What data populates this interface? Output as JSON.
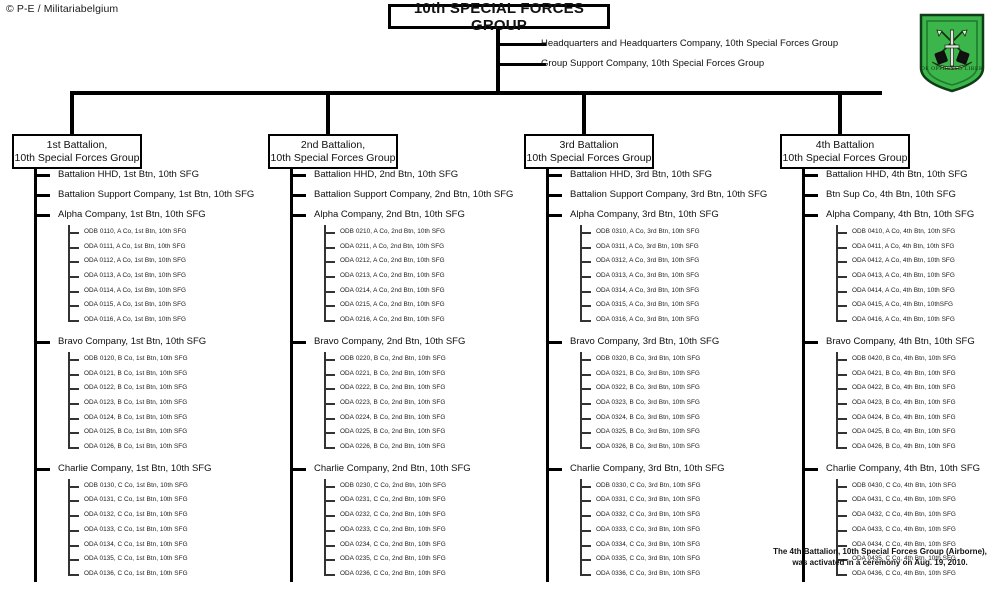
{
  "credit": "© P-E / Militariabelgium",
  "title": "10th SPECIAL FORCES GROUP",
  "group_units": [
    "Headquarters and Headquarters Company, 10th Special Forces Group",
    "Group Support Company, 10th Special Forces Group"
  ],
  "colors": {
    "line": "#000000",
    "text": "#111111",
    "patch_green": "#3cb54a",
    "patch_dark_green": "#1f7a2e",
    "patch_border": "#0f3d17"
  },
  "insignia": {
    "name": "10th-special-forces-group-flash",
    "motto": "DE OPPRESSO LIBER"
  },
  "battalions": [
    {
      "name": "1st Battalion,",
      "name2": "10th Special Forces Group",
      "units": [
        "Battalion HHD, 1st Btn, 10th SFG",
        "Battalion  Support Company, 1st Btn, 10th SFG"
      ],
      "companies": [
        {
          "label": "Alpha Company, 1st Btn, 10th SFG",
          "teams": [
            "ODB 0110, A Co, 1st Btn,  10th SFG",
            "ODA 0111, A Co, 1st Btn,  10th SFG",
            "ODA 0112, A Co, 1st Btn,  10th SFG",
            "ODA 0113, A Co, 1st Btn,  10th SFG",
            "ODA 0114, A Co, 1st Btn,  10th SFG",
            "ODA 0115, A Co, 1st Btn,  10th SFG",
            "ODA 0116, A Co, 1st Btn,  10th SFG"
          ]
        },
        {
          "label": "Bravo Company, 1st Btn, 10th SFG",
          "teams": [
            "ODB 0120, B Co, 1st Btn,  10th SFG",
            "ODA 0121, B Co, 1st Btn,  10th SFG",
            "ODA 0122, B Co, 1st Btn,  10th SFG",
            "ODA 0123, B Co, 1st Btn,  10th SFG",
            "ODA 0124, B Co, 1st Btn,  10th SFG",
            "ODA 0125, B Co, 1st Btn,  10th SFG",
            "ODA 0126, B Co, 1st Btn,  10th SFG"
          ]
        },
        {
          "label": "Charlie Company, 1st Btn, 10th SFG",
          "teams": [
            "ODB 0130, C Co, 1st Btn,  10th SFG",
            "ODA 0131, C Co, 1st Btn,  10th SFG",
            "ODA 0132, C Co, 1st Btn,  10th SFG",
            "ODA 0133, C Co, 1st Btn,  10th SFG",
            "ODA 0134, C Co, 1st Btn,  10th SFG",
            "ODA 0135, C Co, 1st Btn,  10th SFG",
            "ODA 0136, C Co, 1st Btn,  10th SFG"
          ]
        }
      ]
    },
    {
      "name": "2nd Battalion,",
      "name2": "10th Special Forces Group",
      "units": [
        "Battalion HHD,  2nd Btn, 10th SFG",
        "Battalion  Support Company, 2nd Btn, 10th SFG"
      ],
      "companies": [
        {
          "label": "Alpha Company, 2nd Btn, 10th SFG",
          "teams": [
            "ODB 0210, A Co, 2nd Btn,  10th SFG",
            "ODA 0211, A Co, 2nd Btn,  10th SFG",
            "ODA 0212, A Co, 2nd Btn,  10th SFG",
            "ODA 0213, A Co, 2nd Btn,  10th SFG",
            "ODA 0214, A Co, 2nd Btn,  10th SFG",
            "ODA 0215, A Co, 2nd Btn,  10th SFG",
            "ODA 0216, A Co, 2nd Btn,  10th SFG"
          ]
        },
        {
          "label": "Bravo Company, 2nd Btn, 10th SFG",
          "teams": [
            "ODB 0220, B Co, 2nd Btn,  10th SFG",
            "ODA 0221, B Co, 2nd Btn,  10th SFG",
            "ODA 0222, B Co, 2nd Btn,  10th SFG",
            "ODA 0223, B Co, 2nd Btn,  10th SFG",
            "ODA 0224, B Co, 2nd Btn,  10th SFG",
            "ODA 0225, B Co, 2nd Btn,  10th SFG",
            "ODA 0226, B Co, 2nd Btn,  10th SFG"
          ]
        },
        {
          "label": "Charlie Company, 2nd Btn, 10th SFG",
          "teams": [
            "ODB 0230, C Co, 2nd Btn,  10th SFG",
            "ODA 0231, C Co, 2nd Btn,  10th SFG",
            "ODA 0232, C Co, 2nd Btn,  10th SFG",
            "ODA 0233, C Co, 2nd Btn,  10th SFG",
            "ODA 0234, C Co, 2nd Btn,  10th SFG",
            "ODA 0235, C Co, 2nd Btn,  10th SFG",
            "ODA 0236, C Co, 2nd Btn,  10th SFG"
          ]
        }
      ]
    },
    {
      "name": "3rd Battalion",
      "name2": "10th Special Forces Group",
      "units": [
        "Battalion HHD, 3rd Btn, 10th SFG",
        "Battalion  Support Company, 3rd Btn, 10th SFG"
      ],
      "companies": [
        {
          "label": "Alpha Company, 3rd Btn, 10th SFG",
          "teams": [
            "ODB 0310, A Co, 3rd Btn,  10th SFG",
            "ODA 0311, A Co, 3rd Btn,  10th SFG",
            "ODA 0312, A Co, 3rd Btn,  10th SFG",
            "ODA 0313, A Co, 3rd Btn,  10th SFG",
            "ODA 0314, A Co, 3rd Btn,  10th SFG",
            "ODA 0315, A Co, 3rd Btn,  10th SFG",
            "ODA 0316, A Co, 3rd Btn,  10th SFG"
          ]
        },
        {
          "label": "Bravo Company, 3rd Btn, 10th SFG",
          "teams": [
            "ODB 0320, B Co, 3rd Btn,  10th SFG",
            "ODA 0321, B Co, 3rd Btn,  10th SFG",
            "ODA 0322, B Co, 3rd Btn,  10th SFG",
            "ODA 0323, B Co, 3rd Btn,  10th SFG",
            "ODA 0324, B Co, 3rd Btn,  10th SFG",
            "ODA 0325, B Co, 3rd Btn,  10th SFG",
            "ODA 0326, B Co, 3rd Btn,  10th SFG"
          ]
        },
        {
          "label": "Charlie Company, 3rd Btn, 10th SFG",
          "teams": [
            "ODB 0330, C Co, 3rd Btn,  10th SFG",
            "ODA 0331, C Co, 3rd Btn,  10th SFG",
            "ODA 0332, C Co, 3rd Btn,  10th SFG",
            "ODA 0333, C Co, 3rd Btn,  10th SFG",
            "ODA 0334, C Co, 3rd Btn,  10th SFG",
            "ODA 0335, C Co, 3rd Btn,  10th SFG",
            "ODA 0336, C Co, 3rd Btn,  10th SFG"
          ]
        }
      ]
    },
    {
      "name": "4th Battalion",
      "name2": "10th Special Forces Group",
      "units": [
        "Battalion HHD, 4th Btn, 10th SFG",
        "Btn  Sup Co, 4th Btn, 10th SFG"
      ],
      "companies": [
        {
          "label": "Alpha Company, 4th Btn, 10th SFG",
          "teams": [
            "ODB 0410, A Co, 4th Btn,  10th SFG",
            "ODA 0411, A Co, 4th Btn,  10th SFG",
            "ODA 0412, A Co, 4th Btn,  10th SFG",
            "ODA 0413, A Co, 4th Btn,  10th SFG",
            "ODA 0414, A Co, 4th Btn,  10th SFG",
            "ODA 0415, A Co, 4th Btn,  10thSFG",
            "ODA 0416, A Co, 4th Btn,  10th SFG"
          ]
        },
        {
          "label": "Bravo Company, 4th Btn, 10th SFG",
          "teams": [
            "ODB 0420, B Co, 4th Btn,  10th SFG",
            "ODA 0421, B Co, 4th Btn,  10th SFG",
            "ODA 0422, B Co, 4th Btn,  10th SFG",
            "ODA 0423, B Co, 4th Btn,  10th SFG",
            "ODA 0424, B Co, 4th Btn,  10th SFG",
            "ODA 0425, B Co, 4th Btn,  10th SFG",
            "ODA 0426, B Co, 4th Btn,  10th SFG"
          ]
        },
        {
          "label": "Charlie Company, 4th Btn, 10th SFG",
          "teams": [
            "ODB 0430, C Co, 4th Btn,  10th SFG",
            "ODA 0431, C Co, 4th Btn,  10th SFG",
            "ODA 0432, C Co, 4th Btn,  10th SFG",
            "ODA 0433, C Co, 4th Btn,  10th SFG",
            "ODA 0434, C Co, 4th Btn,  10th SFG",
            "ODA 0435, C Co, 4th Btn,  10th SFG",
            "ODA 0436, C Co, 4th Btn,  10th SFG"
          ]
        }
      ]
    }
  ],
  "footnote": [
    "The 4th Battalion, 10th Special Forces Group (Airborne),",
    "was activated in a ceremony on Aug. 19, 2010."
  ]
}
